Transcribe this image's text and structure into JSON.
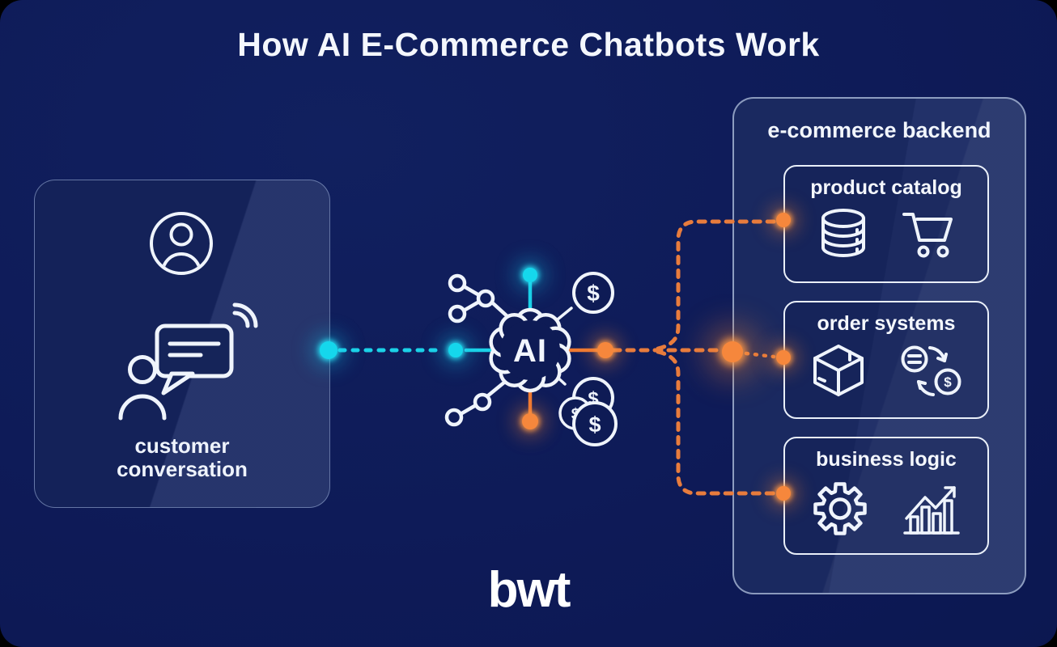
{
  "title": "How AI E-Commerce Chatbots Work",
  "left_card": {
    "label_line1": "customer",
    "label_line2": "conversation"
  },
  "center": {
    "ai_label": "AI"
  },
  "backend": {
    "title": "e-commerce backend",
    "boxes": [
      {
        "label": "product catalog"
      },
      {
        "label": "order systems"
      },
      {
        "label": "business logic"
      }
    ]
  },
  "logo": {
    "text": "bwt"
  },
  "symbols": {
    "dollar": "$"
  },
  "colors": {
    "background": "#0d1955",
    "card_fill": "#152459",
    "panel_fill": "#1d2c66",
    "accent_cyan": "#15d7ec",
    "accent_orange": "#f6873c",
    "icon_white": "#eff4fc"
  },
  "icons": [
    "user-avatar-icon",
    "chat-bubble-icon",
    "person-icon",
    "signal-waves-icon",
    "network-nodes-icon",
    "ai-brain-icon",
    "dollar-coin-icon",
    "dollar-coins-icon",
    "database-icon",
    "shopping-cart-icon",
    "package-icon",
    "currency-exchange-icon",
    "gear-icon",
    "growth-chart-icon"
  ]
}
